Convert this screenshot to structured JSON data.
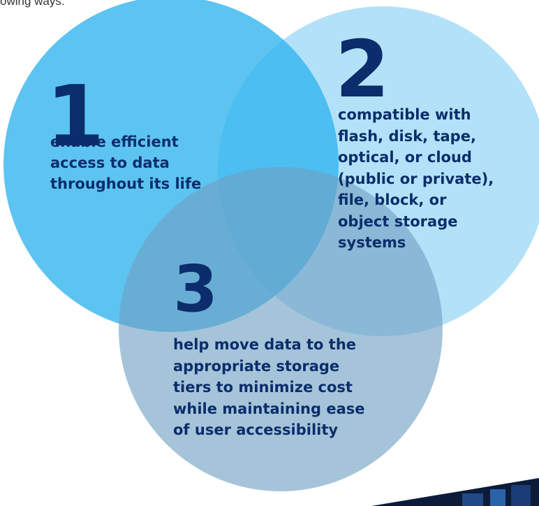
{
  "intro_text": "owing ways:",
  "colors": {
    "circle_1": "#36b6ee",
    "circle_2": "#9fdaf7",
    "circle_3": "#7aa8c8",
    "text": "#0b2d6b"
  },
  "items": [
    {
      "number": "1",
      "lines": [
        "enable efficient",
        "access to data",
        "throughout its life"
      ]
    },
    {
      "number": "2",
      "lines": [
        "compatible with",
        "flash, disk, tape,",
        "optical, or cloud",
        "(public or private),",
        "file, block, or",
        "object storage",
        "systems"
      ]
    },
    {
      "number": "3",
      "lines": [
        "help move data to the",
        "appropriate storage",
        "tiers to minimize cost",
        "while maintaining ease",
        "of user accessibility"
      ]
    }
  ]
}
